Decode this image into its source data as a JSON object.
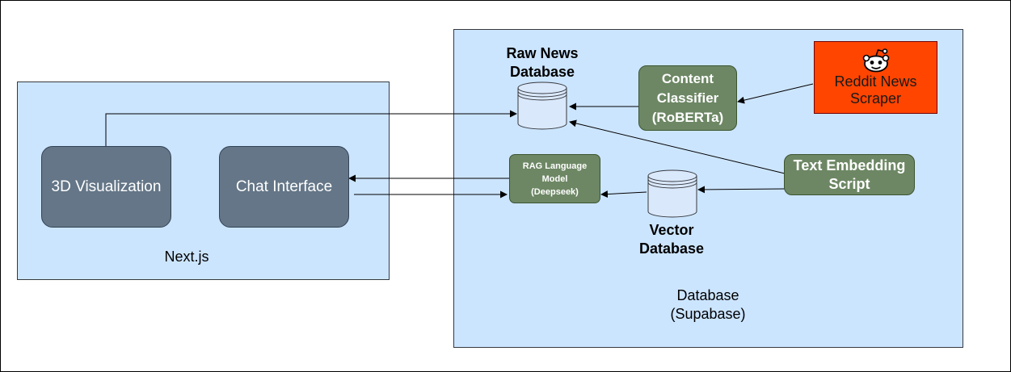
{
  "groups": {
    "nextjs_label": "Next.js",
    "database_label": "Database\n(Supabase)"
  },
  "nodes": {
    "viz": "3D Visualization",
    "chat": "Chat Interface",
    "raw_db": "Raw News\nDatabase",
    "vector_db": "Vector\nDatabase",
    "classifier": "Content\nClassifier\n(RoBERTa)",
    "reddit": "Reddit News\nScraper",
    "embed": "Text Embedding\nScript",
    "rag": "RAG Language\nModel\n(Deepseek)"
  },
  "colors": {
    "group_fill": "#cce5ff",
    "app_node": "#647687",
    "service_node": "#6d8764",
    "scraper_node": "#ff4500",
    "database_fill": "#dae8fc"
  }
}
